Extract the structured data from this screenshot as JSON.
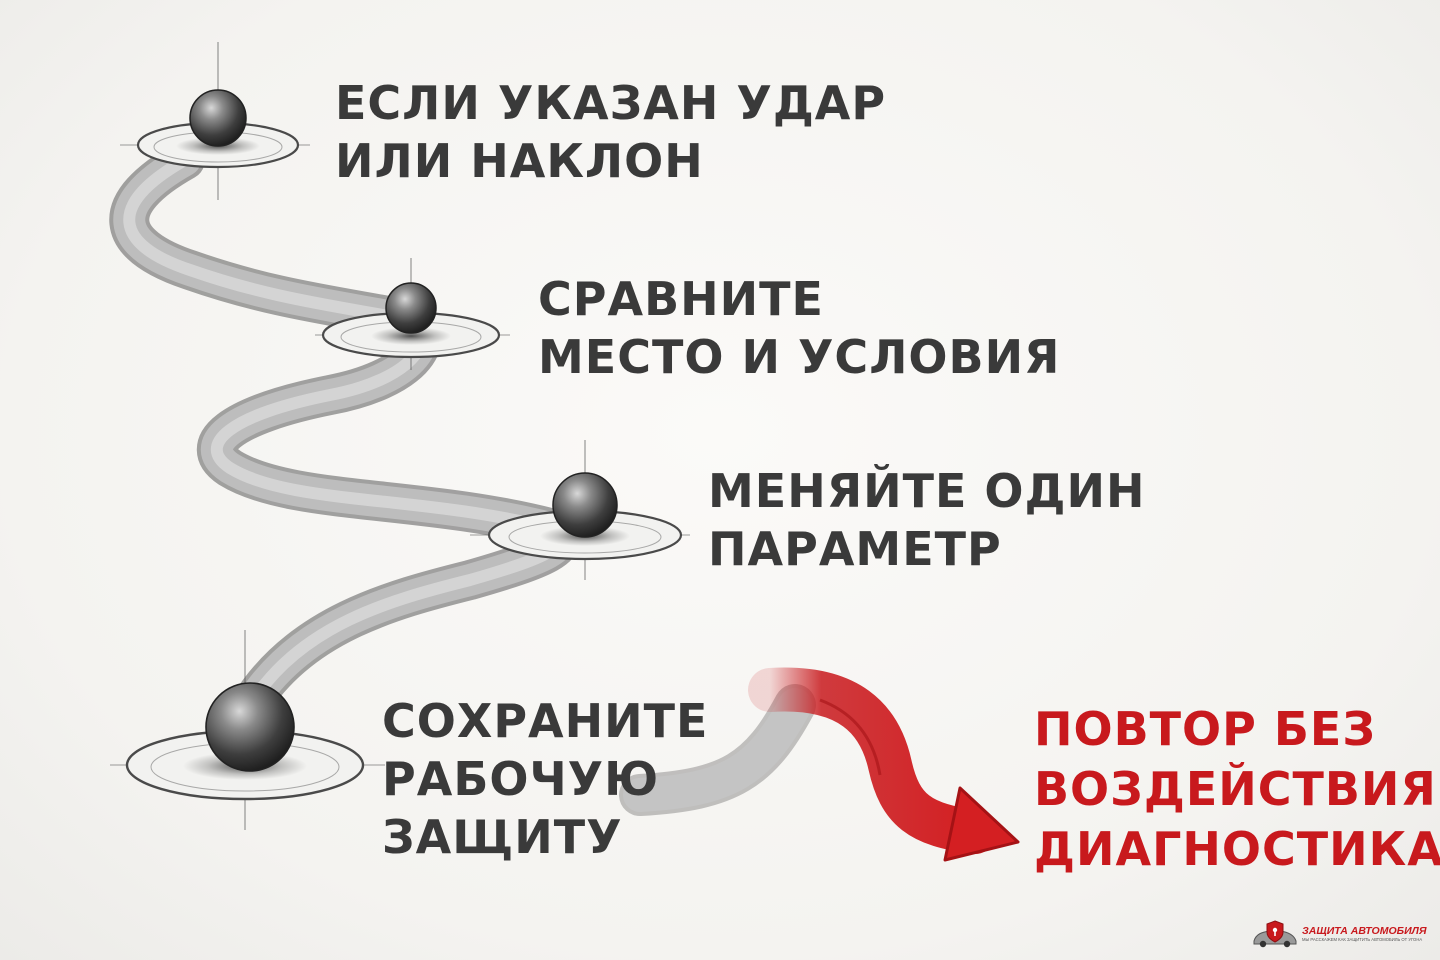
{
  "steps": [
    {
      "lines": [
        "ЕСЛИ УКАЗАН УДАР",
        "ИЛИ НАКЛОН"
      ]
    },
    {
      "lines": [
        "СРАВНИТЕ",
        "МЕСТО И УСЛОВИЯ"
      ]
    },
    {
      "lines": [
        "МЕНЯЙТЕ ОДИН",
        "ПАРАМЕТР"
      ]
    },
    {
      "lines": [
        "СОХРАНИТЕ",
        "РАБОЧУЮ",
        "ЗАЩИТУ"
      ]
    }
  ],
  "final": {
    "lines": [
      "ПОВТОР БЕЗ",
      "ВОЗДЕЙСТВИЯ –",
      "ДИАГНОСТИКА"
    ]
  },
  "logo": {
    "title": "ЗАЩИТА АВТОМОБИЛЯ",
    "tagline": "МЫ РАССКАЖЕМ КАК ЗАЩИТИТЬ АВТОМОБИЛЬ ОТ УГОНА"
  },
  "colors": {
    "text": "#3a3a3a",
    "accent": "#c8191d",
    "path": "#9a9a9a"
  },
  "icons": [
    "milestone-sphere-icon",
    "red-arrow-icon",
    "car-shield-logo-icon"
  ]
}
